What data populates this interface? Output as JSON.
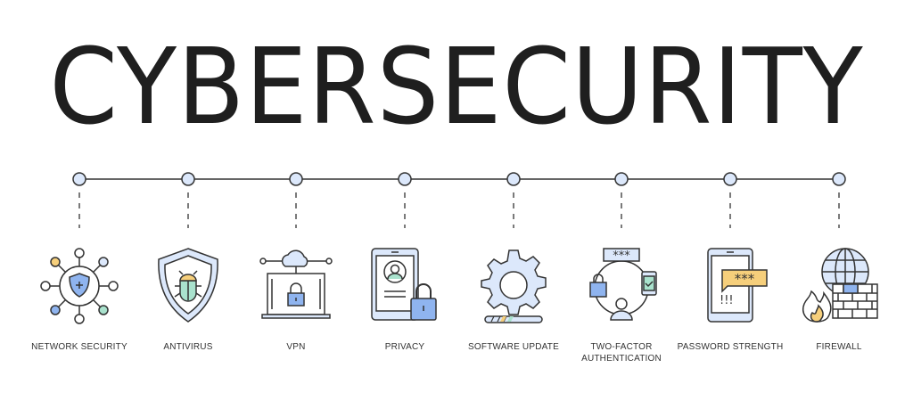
{
  "title": "CYBERSECURITY",
  "items": [
    {
      "label": "NETWORK SECURITY",
      "icon": "network-shield-icon"
    },
    {
      "label": "ANTIVIRUS",
      "icon": "shield-bug-icon"
    },
    {
      "label": "VPN",
      "icon": "laptop-cloud-lock-icon"
    },
    {
      "label": "PRIVACY",
      "icon": "phone-profile-lock-icon"
    },
    {
      "label": "SOFTWARE UPDATE",
      "icon": "gear-progress-icon"
    },
    {
      "label": "TWO-FACTOR AUTHENTICATION",
      "icon": "two-factor-icon"
    },
    {
      "label": "PASSWORD STRENGTH",
      "icon": "phone-password-icon"
    },
    {
      "label": "FIREWALL",
      "icon": "globe-wall-fire-icon"
    }
  ],
  "colors": {
    "stroke": "#333333",
    "light_blue": "#dce8fb",
    "blue": "#8fb4ef",
    "green": "#a9e2cd",
    "yellow": "#f6cf7b"
  }
}
